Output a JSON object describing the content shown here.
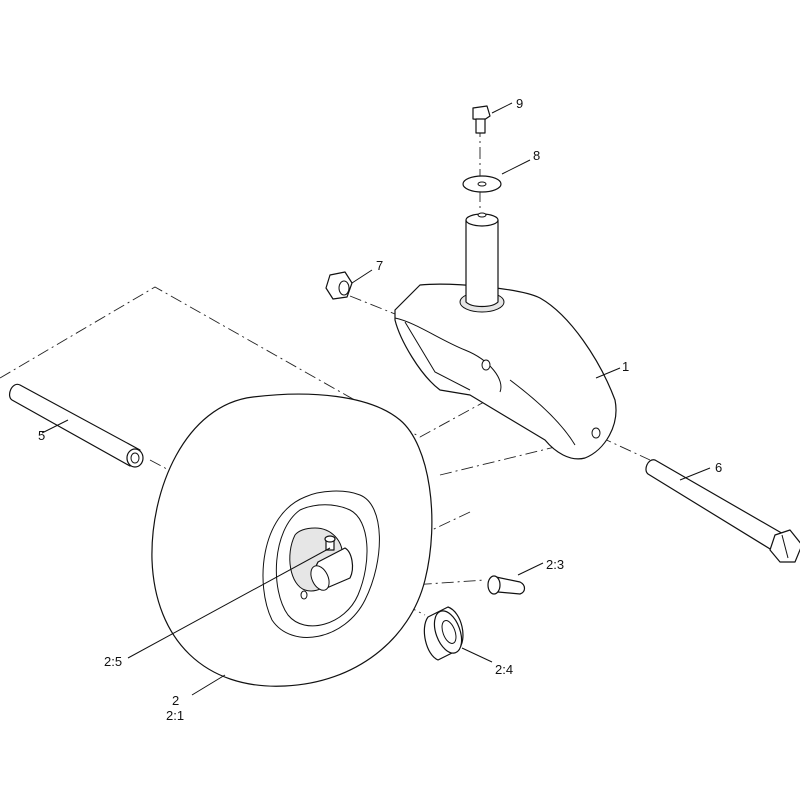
{
  "callouts": {
    "c1": "1",
    "c2": "2",
    "c2_1": "2:1",
    "c2_3": "2:3",
    "c2_4": "2:4",
    "c2_5": "2:5",
    "c5": "5",
    "c6": "6",
    "c7": "7",
    "c8": "8",
    "c9": "9"
  },
  "colors": {
    "line": "#111111",
    "background": "#ffffff"
  }
}
